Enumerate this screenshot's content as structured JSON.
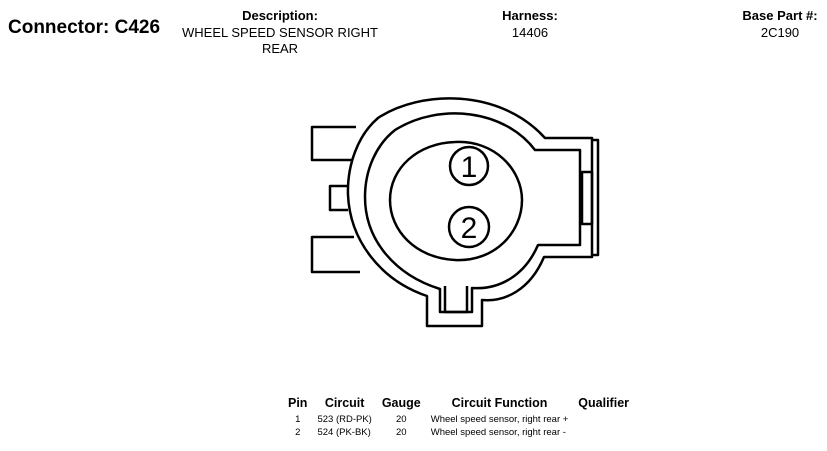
{
  "connector": {
    "label": "Connector:",
    "id": "C426"
  },
  "header": {
    "description_label": "Description:",
    "description_value": "WHEEL SPEED SENSOR RIGHT REAR",
    "harness_label": "Harness:",
    "harness_value": "14406",
    "base_part_label": "Base Part #:",
    "base_part_value": "2C190"
  },
  "diagram": {
    "pins": [
      "1",
      "2"
    ]
  },
  "pin_table": {
    "columns": [
      "Pin",
      "Circuit",
      "Gauge",
      "Circuit Function",
      "Qualifier"
    ],
    "rows": [
      {
        "pin": "1",
        "circuit": "523 (RD-PK)",
        "gauge": "20",
        "function": "Wheel speed sensor, right rear +",
        "qualifier": ""
      },
      {
        "pin": "2",
        "circuit": "524 (PK-BK)",
        "gauge": "20",
        "function": "Wheel speed sensor, right rear -",
        "qualifier": ""
      }
    ]
  }
}
